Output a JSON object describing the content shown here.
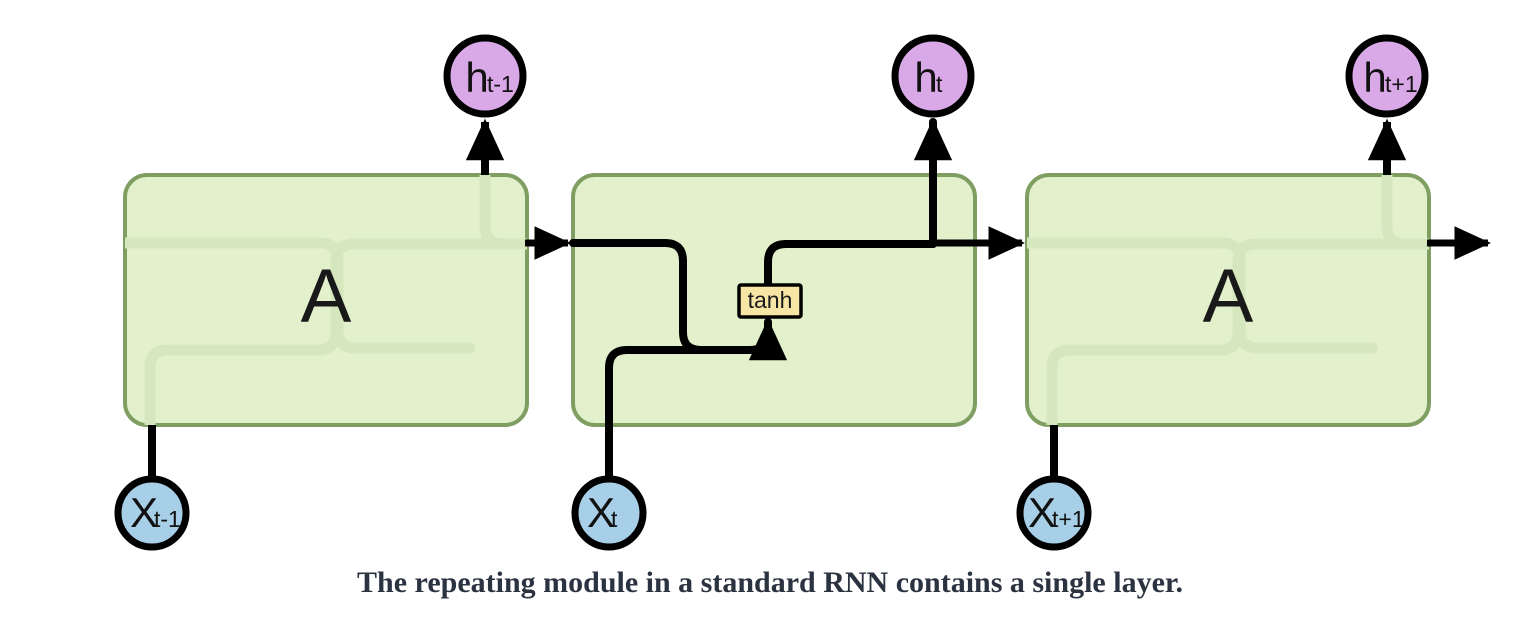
{
  "figure": {
    "caption": "The repeating module in a standard RNN contains a single layer.",
    "background_color": "#ffffff"
  },
  "colors": {
    "cell_fill": "#e2f0cc",
    "cell_stroke": "#7f9e62",
    "hidden_state_fill": "#d9a8e6",
    "input_fill": "#a8cfe8",
    "node_stroke": "#000000",
    "op_fill": "#f7e5a6",
    "op_stroke": "#000000",
    "wire_color": "#000000",
    "ghost_wire_color": "#d5e8bd",
    "caption_color": "#2b3240"
  },
  "cells": [
    {
      "id": "cell-prev",
      "label": "A",
      "ghost_wiring": true,
      "operation": null
    },
    {
      "id": "cell-current",
      "label": "",
      "ghost_wiring": false,
      "operation": {
        "name": "tanh",
        "label": "tanh",
        "type": "activation"
      }
    },
    {
      "id": "cell-next",
      "label": "A",
      "ghost_wiring": true,
      "operation": null
    }
  ],
  "hidden_states": [
    {
      "id": "h-prev",
      "base": "h",
      "subscript": "t-1"
    },
    {
      "id": "h-curr",
      "base": "h",
      "subscript": "t"
    },
    {
      "id": "h-next",
      "base": "h",
      "subscript": "t+1"
    }
  ],
  "inputs": [
    {
      "id": "x-prev",
      "base": "X",
      "subscript": "t-1"
    },
    {
      "id": "x-curr",
      "base": "X",
      "subscript": "t"
    },
    {
      "id": "x-next",
      "base": "X",
      "subscript": "t+1"
    }
  ],
  "wires": {
    "horizontal_state_line": "cell state flows left to right across all cells",
    "input_entry": "x_t enters from the bottom of each cell",
    "output_exit": "h_t branches upward out of each cell"
  }
}
